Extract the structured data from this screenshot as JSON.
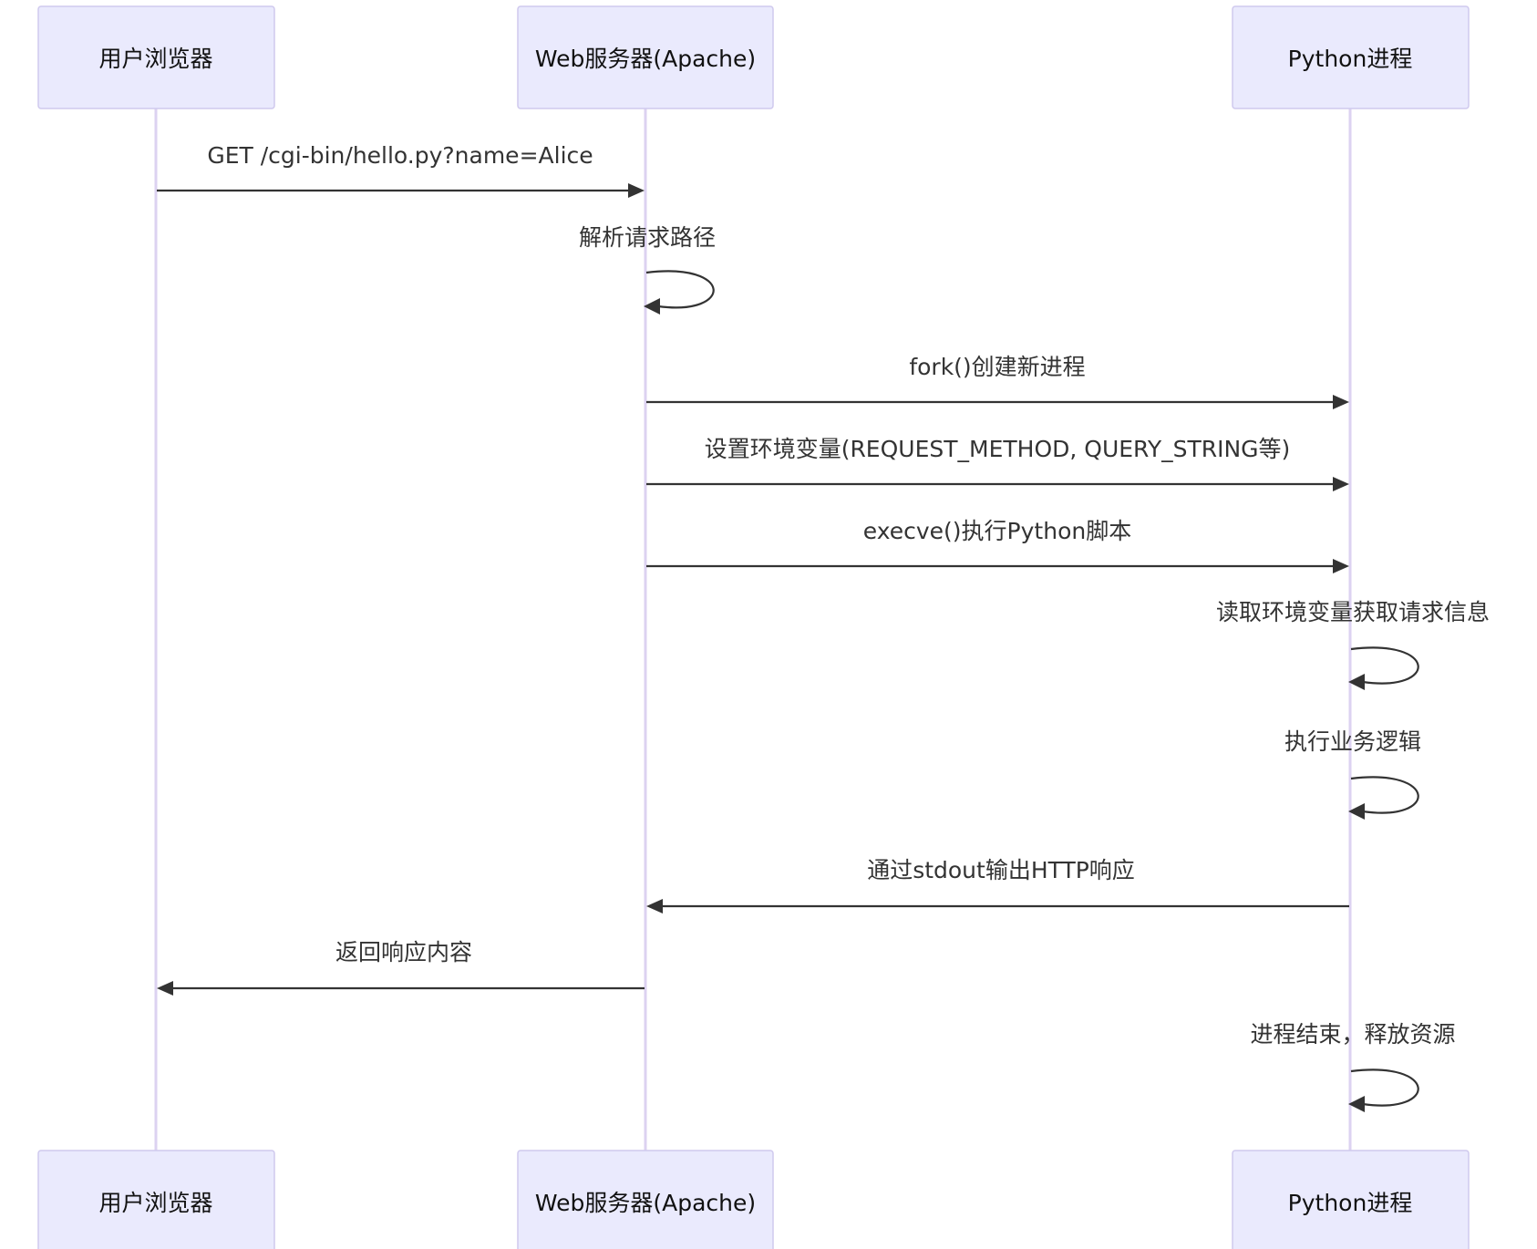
{
  "participants": [
    {
      "id": "browser",
      "label": "用户浏览器"
    },
    {
      "id": "server",
      "label": "Web服务器(Apache)"
    },
    {
      "id": "python",
      "label": "Python进程"
    }
  ],
  "messages": [
    {
      "from": "browser",
      "to": "server",
      "label": "GET /cgi-bin/hello.py?name=Alice"
    },
    {
      "from": "server",
      "to": "server",
      "label": "解析请求路径"
    },
    {
      "from": "server",
      "to": "python",
      "label": "fork()创建新进程"
    },
    {
      "from": "server",
      "to": "python",
      "label": "设置环境变量(REQUEST_METHOD, QUERY_STRING等)"
    },
    {
      "from": "server",
      "to": "python",
      "label": "execve()执行Python脚本"
    },
    {
      "from": "python",
      "to": "python",
      "label": "读取环境变量获取请求信息"
    },
    {
      "from": "python",
      "to": "python",
      "label": "执行业务逻辑"
    },
    {
      "from": "python",
      "to": "server",
      "label": "通过stdout输出HTTP响应"
    },
    {
      "from": "server",
      "to": "browser",
      "label": "返回响应内容"
    },
    {
      "from": "python",
      "to": "python",
      "label": "进程结束，释放资源"
    }
  ]
}
